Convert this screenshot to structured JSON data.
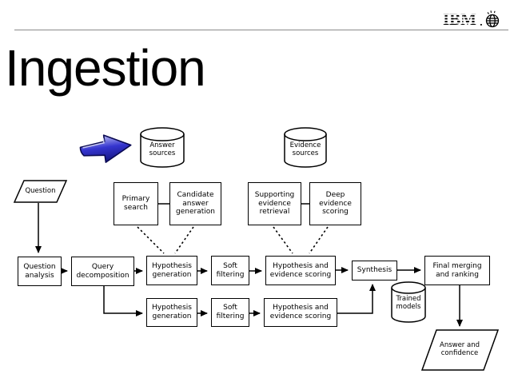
{
  "brand": {
    "name": "IBM",
    "logo_mark": "globe-icon"
  },
  "slide": {
    "title": "Ingestion"
  },
  "diagram": {
    "nodes": {
      "question": "Question",
      "answer_sources": "Answer sources",
      "evidence_sources": "Evidence sources",
      "primary_search": "Primary search",
      "candidate_answer_generation": "Candidate answer generation",
      "supporting_evidence_retrieval": "Supporting evidence retrieval",
      "deep_evidence_scoring": "Deep evidence scoring",
      "question_analysis": "Question analysis",
      "query_decomposition": "Query decomposition",
      "hypothesis_generation": "Hypothesis generation",
      "soft_filtering": "Soft filtering",
      "hypothesis_evidence_scoring": "Hypothesis and evidence scoring",
      "synthesis": "Synthesis",
      "trained_models": "Trained models",
      "final_merging_ranking": "Final merging and ranking",
      "answer_confidence": "Answer and confidence"
    },
    "colors": {
      "pointer_arrow_dark": "#15157d",
      "pointer_arrow_mid": "#3535cf",
      "pointer_arrow_light": "#b8baf2",
      "divider_gray": "#8a8a8a",
      "line_black": "#000000"
    }
  }
}
